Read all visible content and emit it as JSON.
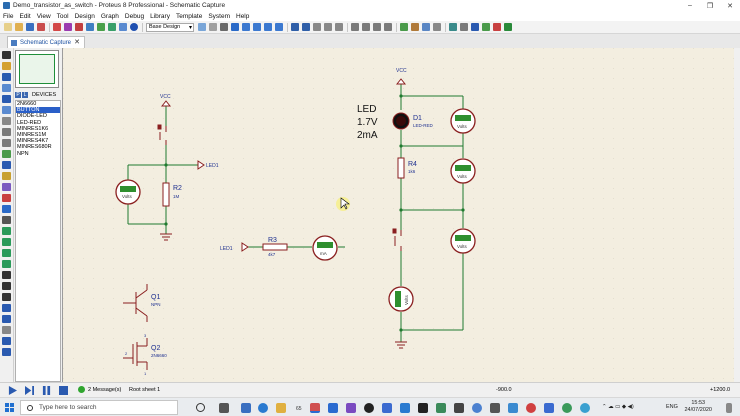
{
  "window": {
    "title": "Demo_transistor_as_switch - Proteus 8 Professional - Schematic Capture",
    "controls": [
      "–",
      "❐",
      "✕"
    ]
  },
  "menu": [
    "File",
    "Edit",
    "View",
    "Tool",
    "Design",
    "Graph",
    "Debug",
    "Library",
    "Template",
    "System",
    "Help"
  ],
  "toolbar": {
    "design_dropdown": "Base Design"
  },
  "tab": {
    "label": "Schematic Capture",
    "close": "✕"
  },
  "device_panel": {
    "buttons": [
      "P",
      "L"
    ],
    "label": "DEVICES",
    "items": [
      "2N6660",
      "BUTTON",
      "DIODE-LED",
      "LED-RED",
      "MINRES1K6",
      "MINRES1M",
      "MINRES4K7",
      "MINRES680R",
      "NPN"
    ],
    "selected_index": 1
  },
  "schematic": {
    "left": {
      "vcc": "VCC",
      "r2": {
        "ref": "R2",
        "val": "1M"
      },
      "meter_label": "Volts",
      "net_label": "LED1"
    },
    "middle": {
      "net_label": "LED1",
      "r3": {
        "ref": "R3",
        "val": "4k7"
      },
      "meter_label": "mA"
    },
    "parts": {
      "q1": {
        "ref": "Q1",
        "val": "NPN"
      },
      "q2": {
        "ref": "Q2",
        "val": "2N6660",
        "pins": [
          "3",
          "2",
          "1"
        ]
      }
    },
    "note": [
      "LED",
      "1.7V",
      "2mA"
    ],
    "right": {
      "vcc": "VCC",
      "d1": {
        "ref": "D1",
        "val": "LED-RED"
      },
      "r4": {
        "ref": "R4",
        "val": "1k6"
      },
      "meter_label": "Volts",
      "meter_label_rot": "Volts"
    }
  },
  "status": {
    "messages": "2 Message(s)",
    "sheet": "Root sheet 1",
    "x": "-900.0",
    "y": "+1200.0"
  },
  "taskbar": {
    "search_placeholder": "Type here to search",
    "badge": "65",
    "lang": "ENG",
    "time": "15:53",
    "date": "24/07/2020"
  },
  "colors": {
    "canvas": "#f3eee0",
    "wire": "#1f7a2f",
    "component": "#8a1f1f",
    "meter_display": "#2f8f2f",
    "label_blue": "#1d2f8f"
  }
}
